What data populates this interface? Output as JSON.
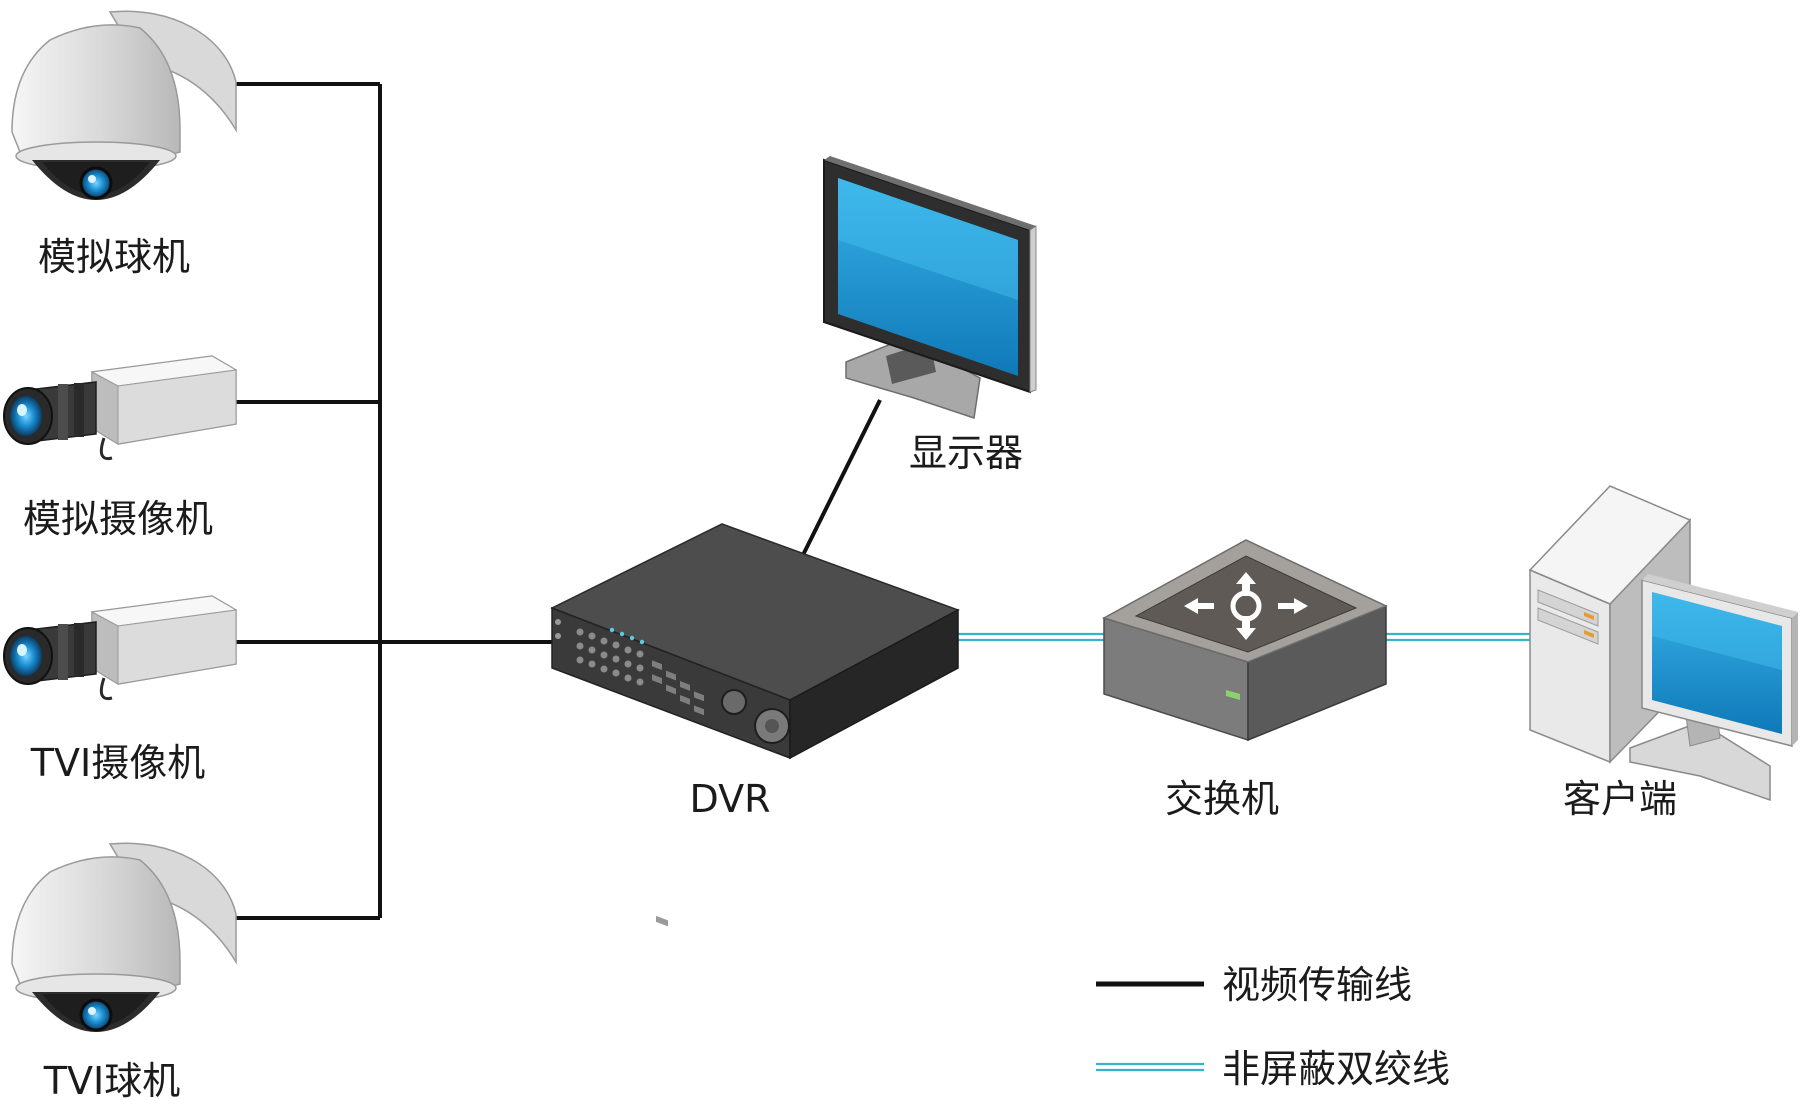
{
  "devices": {
    "camera_1": "模拟球机",
    "camera_2": "模拟摄像机",
    "camera_3": "TVI摄像机",
    "camera_4": "TVI球机",
    "dvr": "DVR",
    "monitor": "显示器",
    "switch": "交换机",
    "client": "客户端"
  },
  "legend": {
    "video_line": "视频传输线",
    "utp_line": "非屏蔽双绞线"
  },
  "colors": {
    "video_line": "#111111",
    "utp_line": "#39b2cc",
    "screen_blue": "#1794d2"
  }
}
